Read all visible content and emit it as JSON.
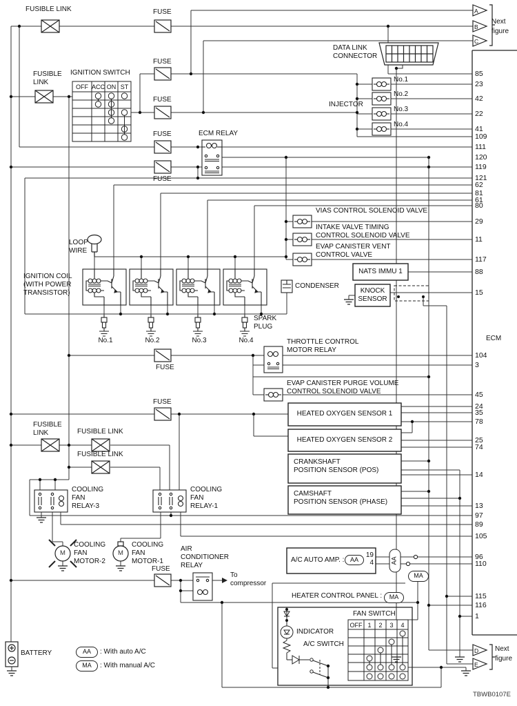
{
  "labels": {
    "fuse": "FUSE",
    "fusible_link": "FUSIBLE LINK",
    "fusible": "FUSIBLE",
    "link": "LINK",
    "next": "Next",
    "figure": "figure",
    "ecm": "ECM"
  },
  "figure_code": "TBWB0107E",
  "connectors": {
    "a": "A",
    "b": "B",
    "c": "C",
    "d": "D",
    "e": "E"
  },
  "data_link": {
    "l1": "DATA LINK",
    "l2": "CONNECTOR"
  },
  "ignition_switch": {
    "title": "IGNITION SWITCH",
    "columns": [
      "OFF",
      "ACC",
      "ON",
      "ST"
    ]
  },
  "injector": {
    "label": "INJECTOR",
    "cylinders": [
      "No.1",
      "No.2",
      "No.3",
      "No.4"
    ]
  },
  "ecm_relay": "ECM RELAY",
  "ecm": {
    "pins": [
      "85",
      "23",
      "42",
      "22",
      "41",
      "109",
      "111",
      "120",
      "119",
      "121",
      "62",
      "81",
      "61",
      "80",
      "29",
      "11",
      "117",
      "88",
      "15",
      "104",
      "3",
      "45",
      "24",
      "35",
      "78",
      "25",
      "74",
      "14",
      "13",
      "97",
      "89",
      "105",
      "96",
      "110",
      "115",
      "116",
      "1"
    ]
  },
  "valves": {
    "vias": "VIAS CONTROL SOLENOID VALVE",
    "intake_l1": "INTAKE VALVE TIMING",
    "intake_l2": "CONTROL SOLENOID VALVE",
    "evap_vent_l1": "EVAP CANISTER VENT",
    "evap_vent_l2": "CONTROL VALVE",
    "purge_l1": "EVAP CANISTER PURGE VOLUME",
    "purge_l2": "CONTROL SOLENOID VALVE"
  },
  "nats": "NATS IMMU 1",
  "knock": {
    "l1": "KNOCK",
    "l2": "SENSOR"
  },
  "condenser": "CONDENSER",
  "ignition_coil": {
    "l1": "IGNITION COIL",
    "l2": "(WITH POWER",
    "l3": "TRANSISTOR)",
    "loop_l1": "LOOP",
    "loop_l2": "WIRE",
    "spark_l1": "SPARK",
    "spark_l2": "PLUG",
    "cylinders": [
      "No.1",
      "No.2",
      "No.3",
      "No.4"
    ]
  },
  "throttle_relay": {
    "l1": "THROTTLE CONTROL",
    "l2": "MOTOR RELAY"
  },
  "sensors": {
    "ho2s1": "HEATED OXYGEN SENSOR 1",
    "ho2s2": "HEATED OXYGEN SENSOR 2",
    "crank_l1": "CRANKSHAFT",
    "crank_l2": "POSITION SENSOR (POS)",
    "cam_l1": "CAMSHAFT",
    "cam_l2": "POSITION SENSOR (PHASE)"
  },
  "cooling": {
    "relay3": [
      "COOLING",
      "FAN",
      "RELAY-3"
    ],
    "relay1": [
      "COOLING",
      "FAN",
      "RELAY-1"
    ],
    "motor2": [
      "COOLING",
      "FAN",
      "MOTOR-2"
    ],
    "motor1": [
      "COOLING",
      "FAN",
      "MOTOR-1"
    ],
    "motor_letter": "M"
  },
  "ac": {
    "relay_l1": "AIR",
    "relay_l2": "CONDITIONER",
    "relay_l3": "RELAY",
    "compressor_l1": "To",
    "compressor_l2": "compressor",
    "amp_label": "A/C AUTO AMP. :",
    "amp_pin_19": "19",
    "amp_pin_4": "4",
    "aa": "AA",
    "ma": "MA"
  },
  "heater": {
    "title": "HEATER CONTROL PANEL :",
    "ma": "MA",
    "fan_switch": "FAN SWITCH",
    "fan_columns": [
      "OFF",
      "1",
      "2",
      "3",
      "4"
    ],
    "indicator": "INDICATOR",
    "ac_switch": "A/C SWITCH"
  },
  "battery": "BATTERY",
  "legend": {
    "aa": "AA",
    "aa_text": ": With auto A/C",
    "ma": "MA",
    "ma_text": ": With manual A/C"
  }
}
